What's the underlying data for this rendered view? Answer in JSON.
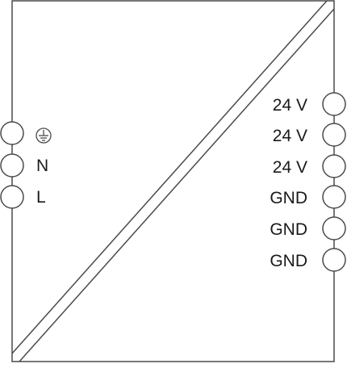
{
  "diagram": {
    "line_color": "#4a4a4a",
    "background": "#ffffff",
    "left_terminals": [
      {
        "label": "",
        "icon": "ground-symbol-icon"
      },
      {
        "label": "N"
      },
      {
        "label": "L"
      }
    ],
    "right_terminals": [
      {
        "label": "24 V"
      },
      {
        "label": "24 V"
      },
      {
        "label": "24 V"
      },
      {
        "label": "GND"
      },
      {
        "label": "GND"
      },
      {
        "label": "GND"
      }
    ]
  }
}
